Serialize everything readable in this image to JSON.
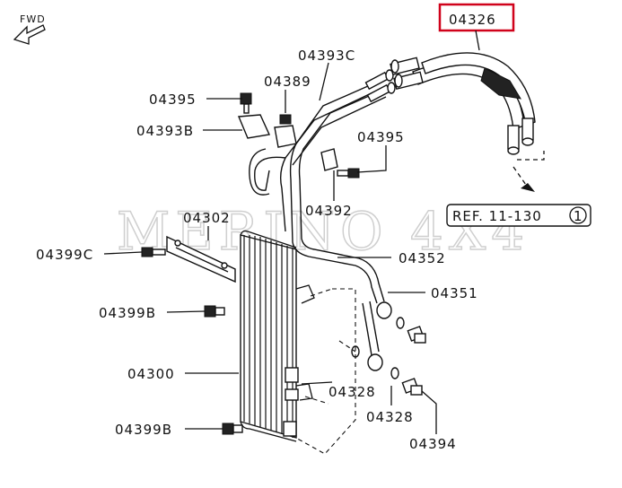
{
  "direction": {
    "label": "FWD"
  },
  "watermark": "MERINO 4X4",
  "reference": {
    "text": "REF. 11-130",
    "circle": "1"
  },
  "highlight_color": "#d0021b",
  "parts": {
    "p04326": "04326",
    "p04393C": "04393C",
    "p04389": "04389",
    "p04395a": "04395",
    "p04393B": "04393B",
    "p04395b": "04395",
    "p04392": "04392",
    "p04302": "04302",
    "p04399C": "04399C",
    "p04352": "04352",
    "p04351": "04351",
    "p04399Ba": "04399B",
    "p04300": "04300",
    "p04328a": "04328",
    "p04328b": "04328",
    "p04399Bb": "04399B",
    "p04394": "04394"
  }
}
